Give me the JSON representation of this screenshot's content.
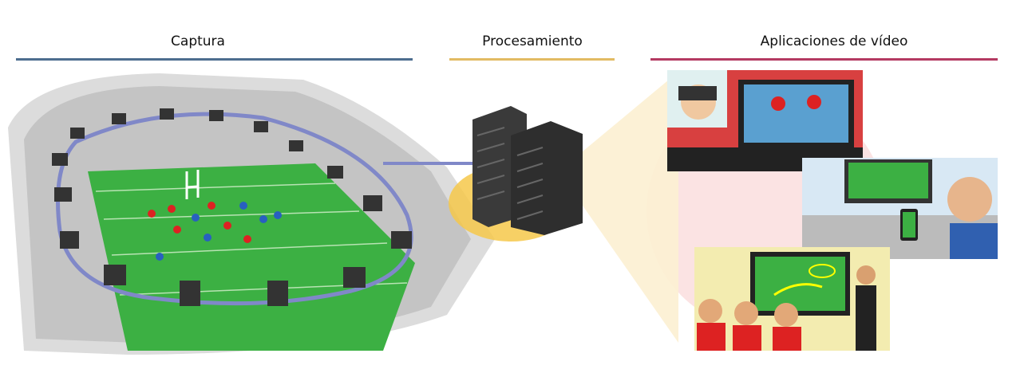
{
  "sections": [
    {
      "label": "Captura",
      "color": "#4d6d8f"
    },
    {
      "label": "Procesamiento",
      "color": "#e2bb63"
    },
    {
      "label": "Aplicaciones de vídeo",
      "color": "#b43a62"
    }
  ],
  "colors": {
    "field": "#3cb043",
    "ring": "#7f88c8",
    "server": "#3a3a3a",
    "glow": "#f6c84a",
    "beam": "#fbeecb",
    "pink": "#fbe1e1"
  }
}
